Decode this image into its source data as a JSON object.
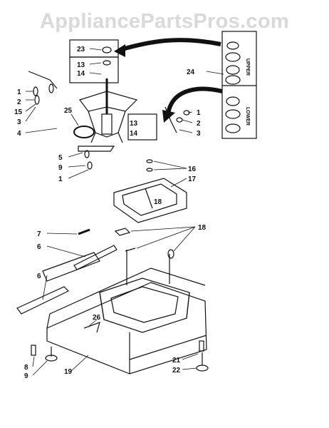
{
  "watermark": "AppliancePartsPros.com",
  "callouts": [
    "23",
    "13",
    "14",
    "24",
    "1",
    "2",
    "15",
    "3",
    "4",
    "25",
    "13",
    "14",
    "1",
    "2",
    "3",
    "5",
    "9",
    "1",
    "16",
    "17",
    "18",
    "7",
    "6",
    "18",
    "6",
    "26",
    "8",
    "9",
    "19",
    "21",
    "22"
  ],
  "kit_labels": {
    "upper": "UPPER",
    "lower": "LOWER"
  },
  "colors": {
    "line": "#111111",
    "arrow": "#111111",
    "watermark": "#d9d9d9"
  }
}
